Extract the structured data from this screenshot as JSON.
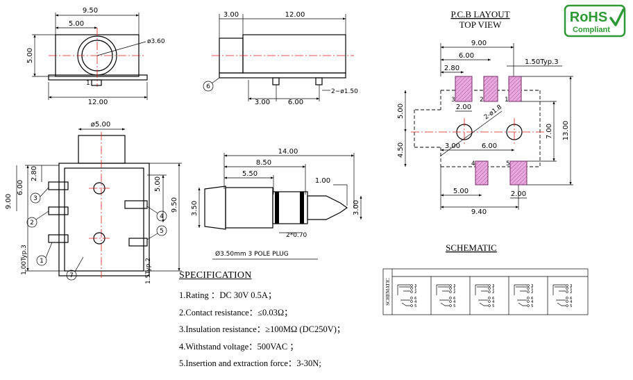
{
  "colors": {
    "pad": "#e8a8dc",
    "pad_edge": "#7a2a6a",
    "centerline": "#d61a1a",
    "rohs_green": "#2e9a35"
  },
  "top_view": {
    "dim_width": "9.50",
    "dim_center": "5.00",
    "dim_height": "5.00",
    "dim_hole": "ø3.60",
    "dim_base": "12.00",
    "pin_label": "1"
  },
  "side_view": {
    "dim_front": "3.00",
    "dim_body": "12.00",
    "dim_pin_a": "3.00",
    "dim_pin_b": "6.00",
    "dim_pin_d": "2−ø1.50",
    "callout": "6"
  },
  "plan_view": {
    "dim_boss": "ø5.00",
    "dim_2_80": "2.80",
    "dim_6_00": "6.00",
    "dim_9_00": "9.00",
    "dim_5_00": "5.00",
    "dim_9_50": "9.50",
    "dim_1_00typ": "1.00Typ.3",
    "dim_1_5typ": "1.5Typ.2",
    "callouts": [
      "1",
      "2",
      "3",
      "4",
      "5",
      "7"
    ]
  },
  "plug": {
    "dim_14": "14.00",
    "dim_8_5": "8.50",
    "dim_5_5": "5.50",
    "dim_1_0": "1.00",
    "dim_3_5": "3.50",
    "dim_3_0": "3.00",
    "dim_rings": "2*0.70",
    "caption": "Ø3.50mm 3 POLE PLUG"
  },
  "pcb": {
    "title": "P.C.B LAYOUT",
    "subtitle": "TOP VIEW",
    "dim_9_00": "9.00",
    "dim_6_00": "6.00",
    "dim_2_80": "2.80",
    "dim_150": "1.50Typ.3",
    "dim_2_00a": "2.00",
    "dim_hole": "2-ø1.8",
    "dim_5_00v": "5.00",
    "dim_7_00": "7.00",
    "dim_13_00": "13.00",
    "dim_4_50": "4.50",
    "dim_3_00": "3.00",
    "dim_6_00b": "6.00",
    "dim_5_00b": "5.00",
    "dim_2_00b": "2.00",
    "dim_9_40": "9.40",
    "pad_numbers": [
      "3",
      "2",
      "1",
      "4",
      "5"
    ]
  },
  "schematic": {
    "title": "SCHEMATIC",
    "side_label": "SCHEMATIC",
    "terminal_numbers": [
      "3",
      "1",
      "2",
      "6",
      "4",
      "5"
    ]
  },
  "rohs": {
    "line1": "RoHS",
    "line2": "Compliant"
  },
  "spec": {
    "title": "SPECIFICATION",
    "items": [
      "1.Rating ：DC 30V 0.5A；",
      "2.Contact resistance：≤0.03Ω；",
      "3.Insulation resistance：≥100MΩ (DC250V)；",
      "4.Withstand voltage：500VAC ；",
      "5.Insertion and extraction force：3-30N;"
    ]
  }
}
